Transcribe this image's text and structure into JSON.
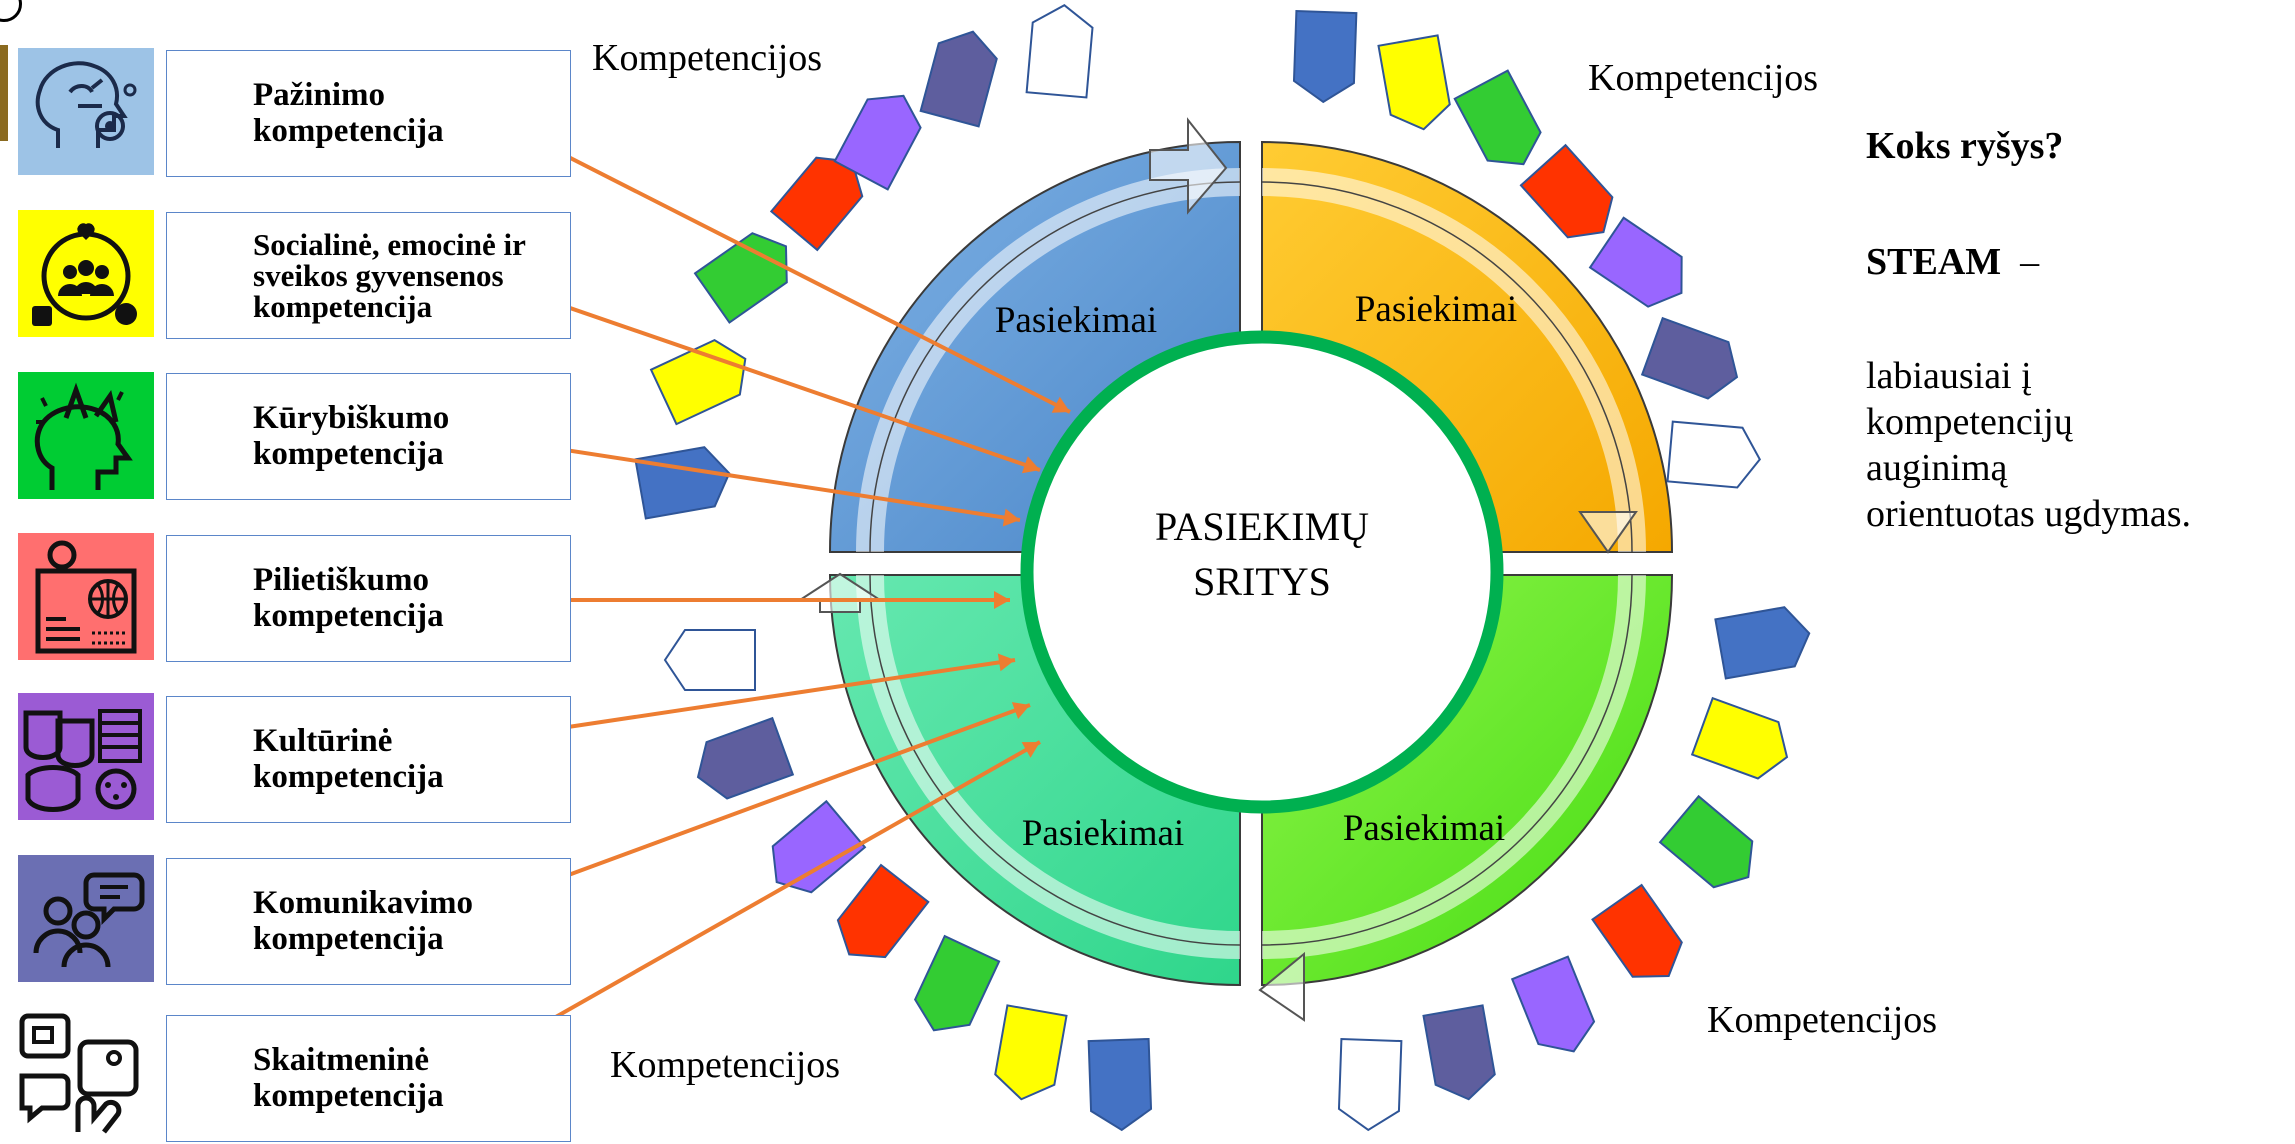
{
  "competences": [
    {
      "label": "Pažinimo kompetencija",
      "icon": "brain-gears-icon",
      "bg": "#9dc3e6"
    },
    {
      "label": "Socialinė, emocinė ir sveikos gyvensenos kompetencija",
      "icon": "people-heart-icon",
      "bg": "#ffff00"
    },
    {
      "label": "Kūrybiškumo kompetencija",
      "icon": "creative-head-icon",
      "bg": "#00cc33"
    },
    {
      "label": "Pilietiškumo kompetencija",
      "icon": "globe-id-icon",
      "bg": "#ff6f6f"
    },
    {
      "label": "Kultūrinė kompetencija",
      "icon": "theatre-masks-icon",
      "bg": "#9b5bd4"
    },
    {
      "label": "Komunikavimo kompetencija",
      "icon": "chat-people-icon",
      "bg": "#6b6fb3"
    },
    {
      "label": "Skaitmeninė kompetencija",
      "icon": "digital-media-icon",
      "bg": "#ffffff"
    }
  ],
  "cycle": {
    "center_line1": "PASIEKIMŲ",
    "center_line2": "SRITYS",
    "quadrants": [
      {
        "label": "Pasiekimai",
        "color": "#5b9bd5"
      },
      {
        "label": "Pasiekimai",
        "color": "#ffc000"
      },
      {
        "label": "Pasiekimai",
        "color": "#66ee22"
      },
      {
        "label": "Pasiekimai",
        "color": "#44dd99"
      }
    ]
  },
  "kompetencijos_labels": [
    "Kompetencijos",
    "Kompetencijos",
    "Kompetencijos",
    "Kompetencijos"
  ],
  "side": {
    "question": "Koks ryšys?",
    "steam": "STEAM",
    "dash": "–",
    "lines": [
      "labiausiai į",
      "kompetencijų",
      "auginimą",
      "orientuotas ugdymas."
    ]
  },
  "colors": {
    "arrow": "#ed7d31",
    "ring": "#00b050",
    "tag_palette": [
      "#4472c4",
      "#ffff00",
      "#33cc33",
      "#ff3300",
      "#9966ff",
      "#5e5e9e",
      "#ffffff"
    ]
  }
}
